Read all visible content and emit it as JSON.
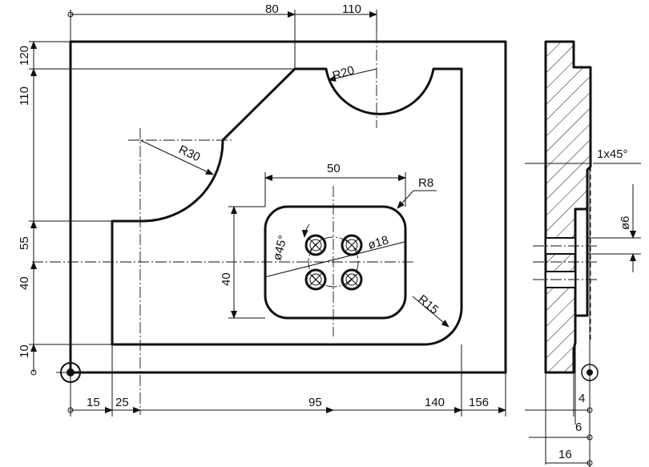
{
  "dims": {
    "top_80": "80",
    "top_110": "110",
    "left_120": "120",
    "left_110": "110",
    "left_55": "55",
    "left_40": "40",
    "left_10": "10",
    "bottom_15": "15",
    "bottom_25": "25",
    "bottom_95": "95",
    "bottom_140": "140",
    "bottom_156": "156",
    "dim_50": "50",
    "dim_40": "40",
    "r8": "R8",
    "r20": "R20",
    "r30": "R30",
    "r15": "R15",
    "dia18": "ø18",
    "dia45": "ø45°",
    "chamfer": "1x45°",
    "dia6": "ø6",
    "side_4": "4",
    "side_6": "6",
    "side_16": "16"
  },
  "colors": {
    "ink": "#111111",
    "paper": "#ffffff"
  }
}
